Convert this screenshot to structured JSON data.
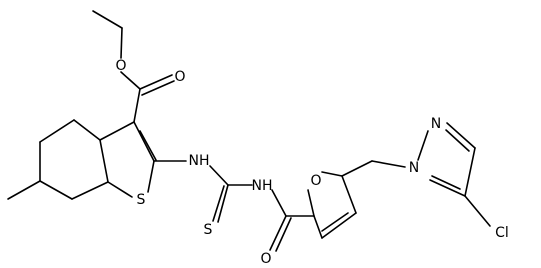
{
  "diagram": {
    "type": "chemical-structure",
    "atom_labels": {
      "ester_o_single": "O",
      "ester_o_double": "O",
      "thiophene_s": "S",
      "nh_left": "NH",
      "nh_right": "NH",
      "thio_s": "S",
      "amide_o": "O",
      "furan_o": "O",
      "pyrazole_n1": "N",
      "pyrazole_n2": "N",
      "chloro": "Cl"
    }
  }
}
